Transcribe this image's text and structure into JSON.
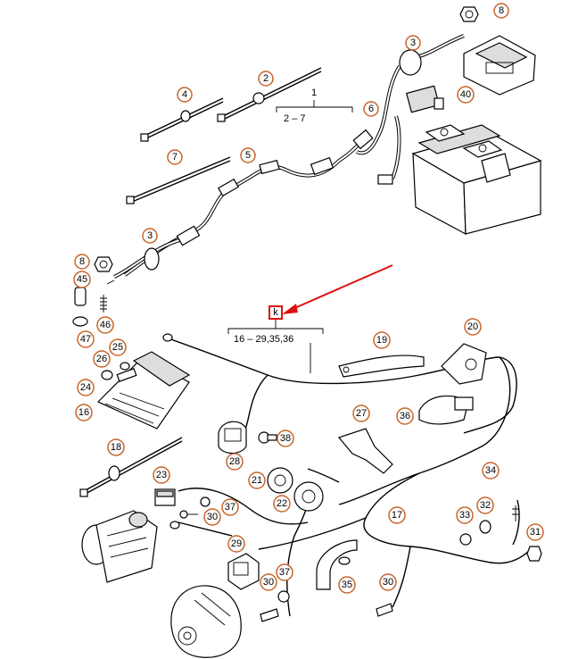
{
  "diagram": {
    "callouts": {
      "c8a": "8",
      "c3a": "3",
      "c40": "40",
      "c6": "6",
      "c2": "2",
      "c4": "4",
      "c1": "1",
      "c7": "7",
      "c5": "5",
      "c3b": "3",
      "c8b": "8",
      "c45": "45",
      "c46": "46",
      "c47": "47",
      "c25": "25",
      "c26": "26",
      "c24": "24",
      "c16": "16",
      "c20": "20",
      "c19": "19",
      "c36": "36",
      "c27": "27",
      "c38": "38",
      "c28": "28",
      "c18": "18",
      "c21": "21",
      "c22": "22",
      "c23": "23",
      "c37a": "37",
      "c30a": "30",
      "c17": "17",
      "c34": "34",
      "c33": "33",
      "c32": "32",
      "c31": "31",
      "c29": "29",
      "c37b": "37",
      "c30b": "30",
      "c35": "35",
      "c30c": "30"
    },
    "group1": {
      "range": "2 – 7"
    },
    "groupK": {
      "range": "16 – 29,35,36"
    },
    "highlight_label": "k",
    "arrow_color": "#e01010",
    "callout_stroke": "#c8642a"
  }
}
